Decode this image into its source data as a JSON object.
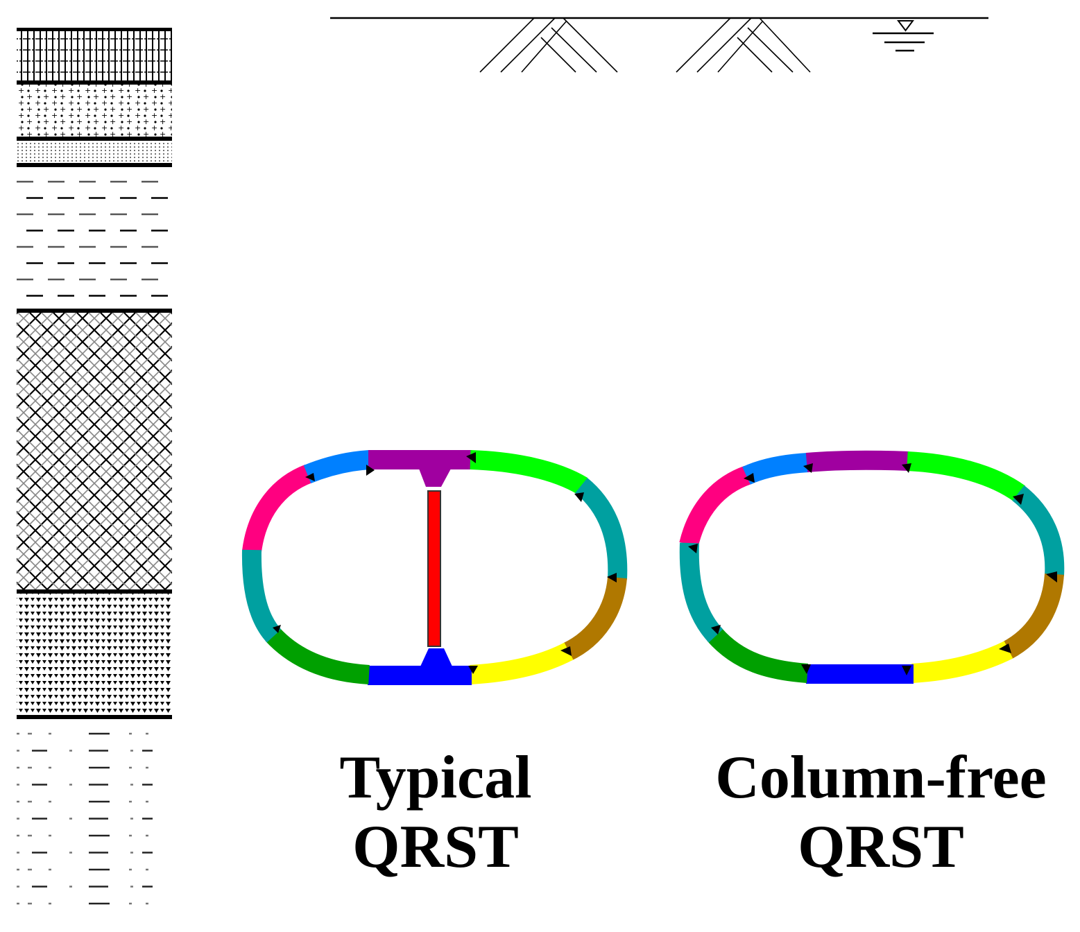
{
  "figure": {
    "typical": {
      "line1": "Typical",
      "line2": "QRST",
      "strut_color": "#ff0000"
    },
    "column_free": {
      "line1": "Column-free",
      "line2": "QRST"
    },
    "segment_colors": {
      "magenta": "#ff0080",
      "light_blue": "#0080ff",
      "purple": "#a000a0",
      "green": "#00ff00",
      "teal": "#00a0a0",
      "brown": "#b07800",
      "yellow": "#ffff00",
      "blue": "#0000ff",
      "dark_green": "#00a000"
    },
    "icons": [
      "soil-layer-hatch",
      "ground-surface-hatch",
      "water-table-icon"
    ]
  }
}
